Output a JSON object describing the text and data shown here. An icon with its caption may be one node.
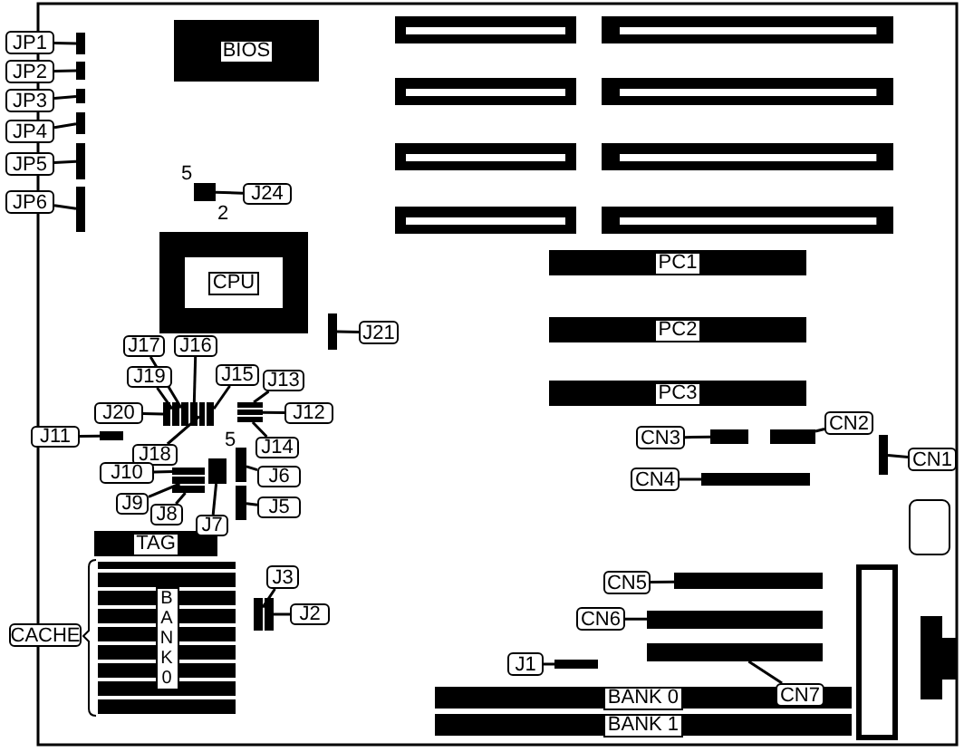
{
  "diagram": {
    "nodes": [
      {
        "text": [
          "BIOS"
        ]
      },
      {
        "text": [
          "JP1"
        ]
      },
      {
        "text": [],
        "shape": "box"
      },
      {
        "text": [
          "JP2"
        ]
      },
      {
        "text": [],
        "shape": "box"
      },
      {
        "text": [
          "JP3"
        ]
      },
      {
        "text": [],
        "shape": "box"
      },
      {
        "text": [
          "JP4"
        ]
      },
      {
        "text": [],
        "shape": "box"
      },
      {
        "text": [
          "JP5"
        ]
      },
      {
        "text": [],
        "shape": "box"
      },
      {
        "text": [
          "JP6"
        ]
      },
      {
        "text": [],
        "shape": "box"
      },
      {
        "text": [
          "J24"
        ]
      },
      {
        "text": [],
        "shape": "box"
      },
      {
        "text": [
          "CPU"
        ]
      },
      {
        "text": [
          "J21"
        ]
      },
      {
        "text": [],
        "shape": "box"
      },
      {
        "text": [
          "J17"
        ]
      },
      {
        "text": [
          "J16"
        ]
      },
      {
        "text": [
          "J19"
        ]
      },
      {
        "text": [
          "J15"
        ]
      },
      {
        "text": [
          "J13"
        ]
      },
      {
        "text": [
          "J20"
        ]
      },
      {
        "text": [
          "J12"
        ]
      },
      {
        "text": [
          "J11"
        ]
      },
      {
        "text": [
          "J18"
        ]
      },
      {
        "text": [
          "J14"
        ]
      },
      {
        "text": [
          "J10"
        ]
      },
      {
        "text": [
          "J9"
        ]
      },
      {
        "text": [
          "J8"
        ]
      },
      {
        "text": [
          "J6"
        ]
      },
      {
        "text": [
          "J5"
        ]
      },
      {
        "text": [
          "J7"
        ]
      },
      {
        "text": [],
        "shape": "box"
      },
      {
        "text": [],
        "shape": "box"
      },
      {
        "text": [],
        "shape": "box"
      },
      {
        "text": [],
        "shape": "box"
      },
      {
        "text": [],
        "shape": "box"
      },
      {
        "text": [],
        "shape": "box"
      },
      {
        "text": [],
        "shape": "box"
      },
      {
        "text": [],
        "shape": "box"
      },
      {
        "text": [],
        "shape": "box"
      },
      {
        "text": [],
        "shape": "box"
      },
      {
        "text": [],
        "shape": "box"
      },
      {
        "text": [],
        "shape": "box"
      },
      {
        "text": [],
        "shape": "box"
      },
      {
        "text": [],
        "shape": "box"
      },
      {
        "text": [],
        "shape": "box"
      },
      {
        "text": [],
        "shape": "box"
      },
      {
        "text": [
          "TAG"
        ]
      },
      {
        "text": [
          "CACHE"
        ]
      },
      {
        "text": [
          "BANK0"
        ]
      },
      {
        "text": [
          "J3"
        ]
      },
      {
        "text": [
          "J2"
        ]
      },
      {
        "text": [],
        "shape": "box"
      },
      {
        "text": [],
        "shape": "box"
      },
      {
        "text": [
          "PC1"
        ]
      },
      {
        "text": [
          "PC2"
        ]
      },
      {
        "text": [
          "PC3"
        ]
      },
      {
        "text": [
          "CN3"
        ]
      },
      {
        "text": [
          "CN2"
        ]
      },
      {
        "text": [
          "CN1"
        ]
      },
      {
        "text": [
          "CN4"
        ]
      },
      {
        "text": [],
        "shape": "box"
      },
      {
        "text": [],
        "shape": "box"
      },
      {
        "text": [],
        "shape": "box"
      },
      {
        "text": [],
        "shape": "box"
      },
      {
        "text": [
          "CN5"
        ]
      },
      {
        "text": [
          "CN6"
        ]
      },
      {
        "text": [
          "CN7"
        ]
      },
      {
        "text": [],
        "shape": "box"
      },
      {
        "text": [],
        "shape": "box"
      },
      {
        "text": [],
        "shape": "box"
      },
      {
        "text": [
          "J1"
        ]
      },
      {
        "text": [],
        "shape": "box"
      },
      {
        "text": [
          "BANK 0"
        ]
      },
      {
        "text": [
          "BANK 1"
        ]
      },
      {
        "text": [],
        "shape": "bar"
      },
      {
        "text": [],
        "shape": "bar"
      },
      {
        "text": [],
        "shape": "bar"
      },
      {
        "text": [],
        "shape": "bar"
      },
      {
        "text": [],
        "shape": "bar"
      },
      {
        "text": [],
        "shape": "bar"
      },
      {
        "text": [],
        "shape": "bar"
      },
      {
        "text": [],
        "shape": "bar"
      }
    ],
    "edges": [
      {
        "from": 1,
        "to": 2,
        "arrow": "none"
      },
      {
        "from": 3,
        "to": 4,
        "arrow": "none"
      },
      {
        "from": 5,
        "to": 6,
        "arrow": "none"
      },
      {
        "from": 7,
        "to": 8,
        "arrow": "none"
      },
      {
        "from": 9,
        "to": 10,
        "arrow": "none"
      },
      {
        "from": 11,
        "to": 12,
        "arrow": "none"
      },
      {
        "from": 13,
        "to": 14,
        "arrow": "none"
      },
      {
        "from": 16,
        "to": 17,
        "arrow": "none"
      },
      {
        "from": 18,
        "to": 34,
        "arrow": "none"
      },
      {
        "from": 19,
        "to": 35,
        "arrow": "none"
      },
      {
        "from": 20,
        "to": 36,
        "arrow": "none"
      },
      {
        "from": 21,
        "to": 37,
        "arrow": "none"
      },
      {
        "from": 22,
        "to": 38,
        "arrow": "none"
      },
      {
        "from": 23,
        "to": 39,
        "arrow": "none"
      },
      {
        "from": 24,
        "to": 40,
        "arrow": "none"
      },
      {
        "from": 25,
        "to": 41,
        "arrow": "none"
      },
      {
        "from": 26,
        "to": 42,
        "arrow": "none"
      },
      {
        "from": 27,
        "to": 43,
        "arrow": "none"
      },
      {
        "from": 28,
        "to": 44,
        "arrow": "none"
      },
      {
        "from": 29,
        "to": 45,
        "arrow": "none"
      },
      {
        "from": 30,
        "to": 46,
        "arrow": "none"
      },
      {
        "from": 31,
        "to": 47,
        "arrow": "none"
      },
      {
        "from": 32,
        "to": 48,
        "arrow": "none"
      },
      {
        "from": 33,
        "to": 49,
        "arrow": "none"
      },
      {
        "from": 53,
        "to": 55,
        "arrow": "none"
      },
      {
        "from": 54,
        "to": 56,
        "arrow": "none"
      },
      {
        "from": 60,
        "to": 64,
        "arrow": "none"
      },
      {
        "from": 61,
        "to": 65,
        "arrow": "none"
      },
      {
        "from": 62,
        "to": 66,
        "arrow": "none"
      },
      {
        "from": 63,
        "to": 67,
        "arrow": "none"
      },
      {
        "from": 68,
        "to": 71,
        "arrow": "none"
      },
      {
        "from": 69,
        "to": 72,
        "arrow": "none"
      },
      {
        "from": 70,
        "to": 73,
        "arrow": "none"
      },
      {
        "from": 74,
        "to": 75,
        "arrow": "none"
      }
    ],
    "labels": [
      "5",
      "2",
      "5"
    ]
  }
}
